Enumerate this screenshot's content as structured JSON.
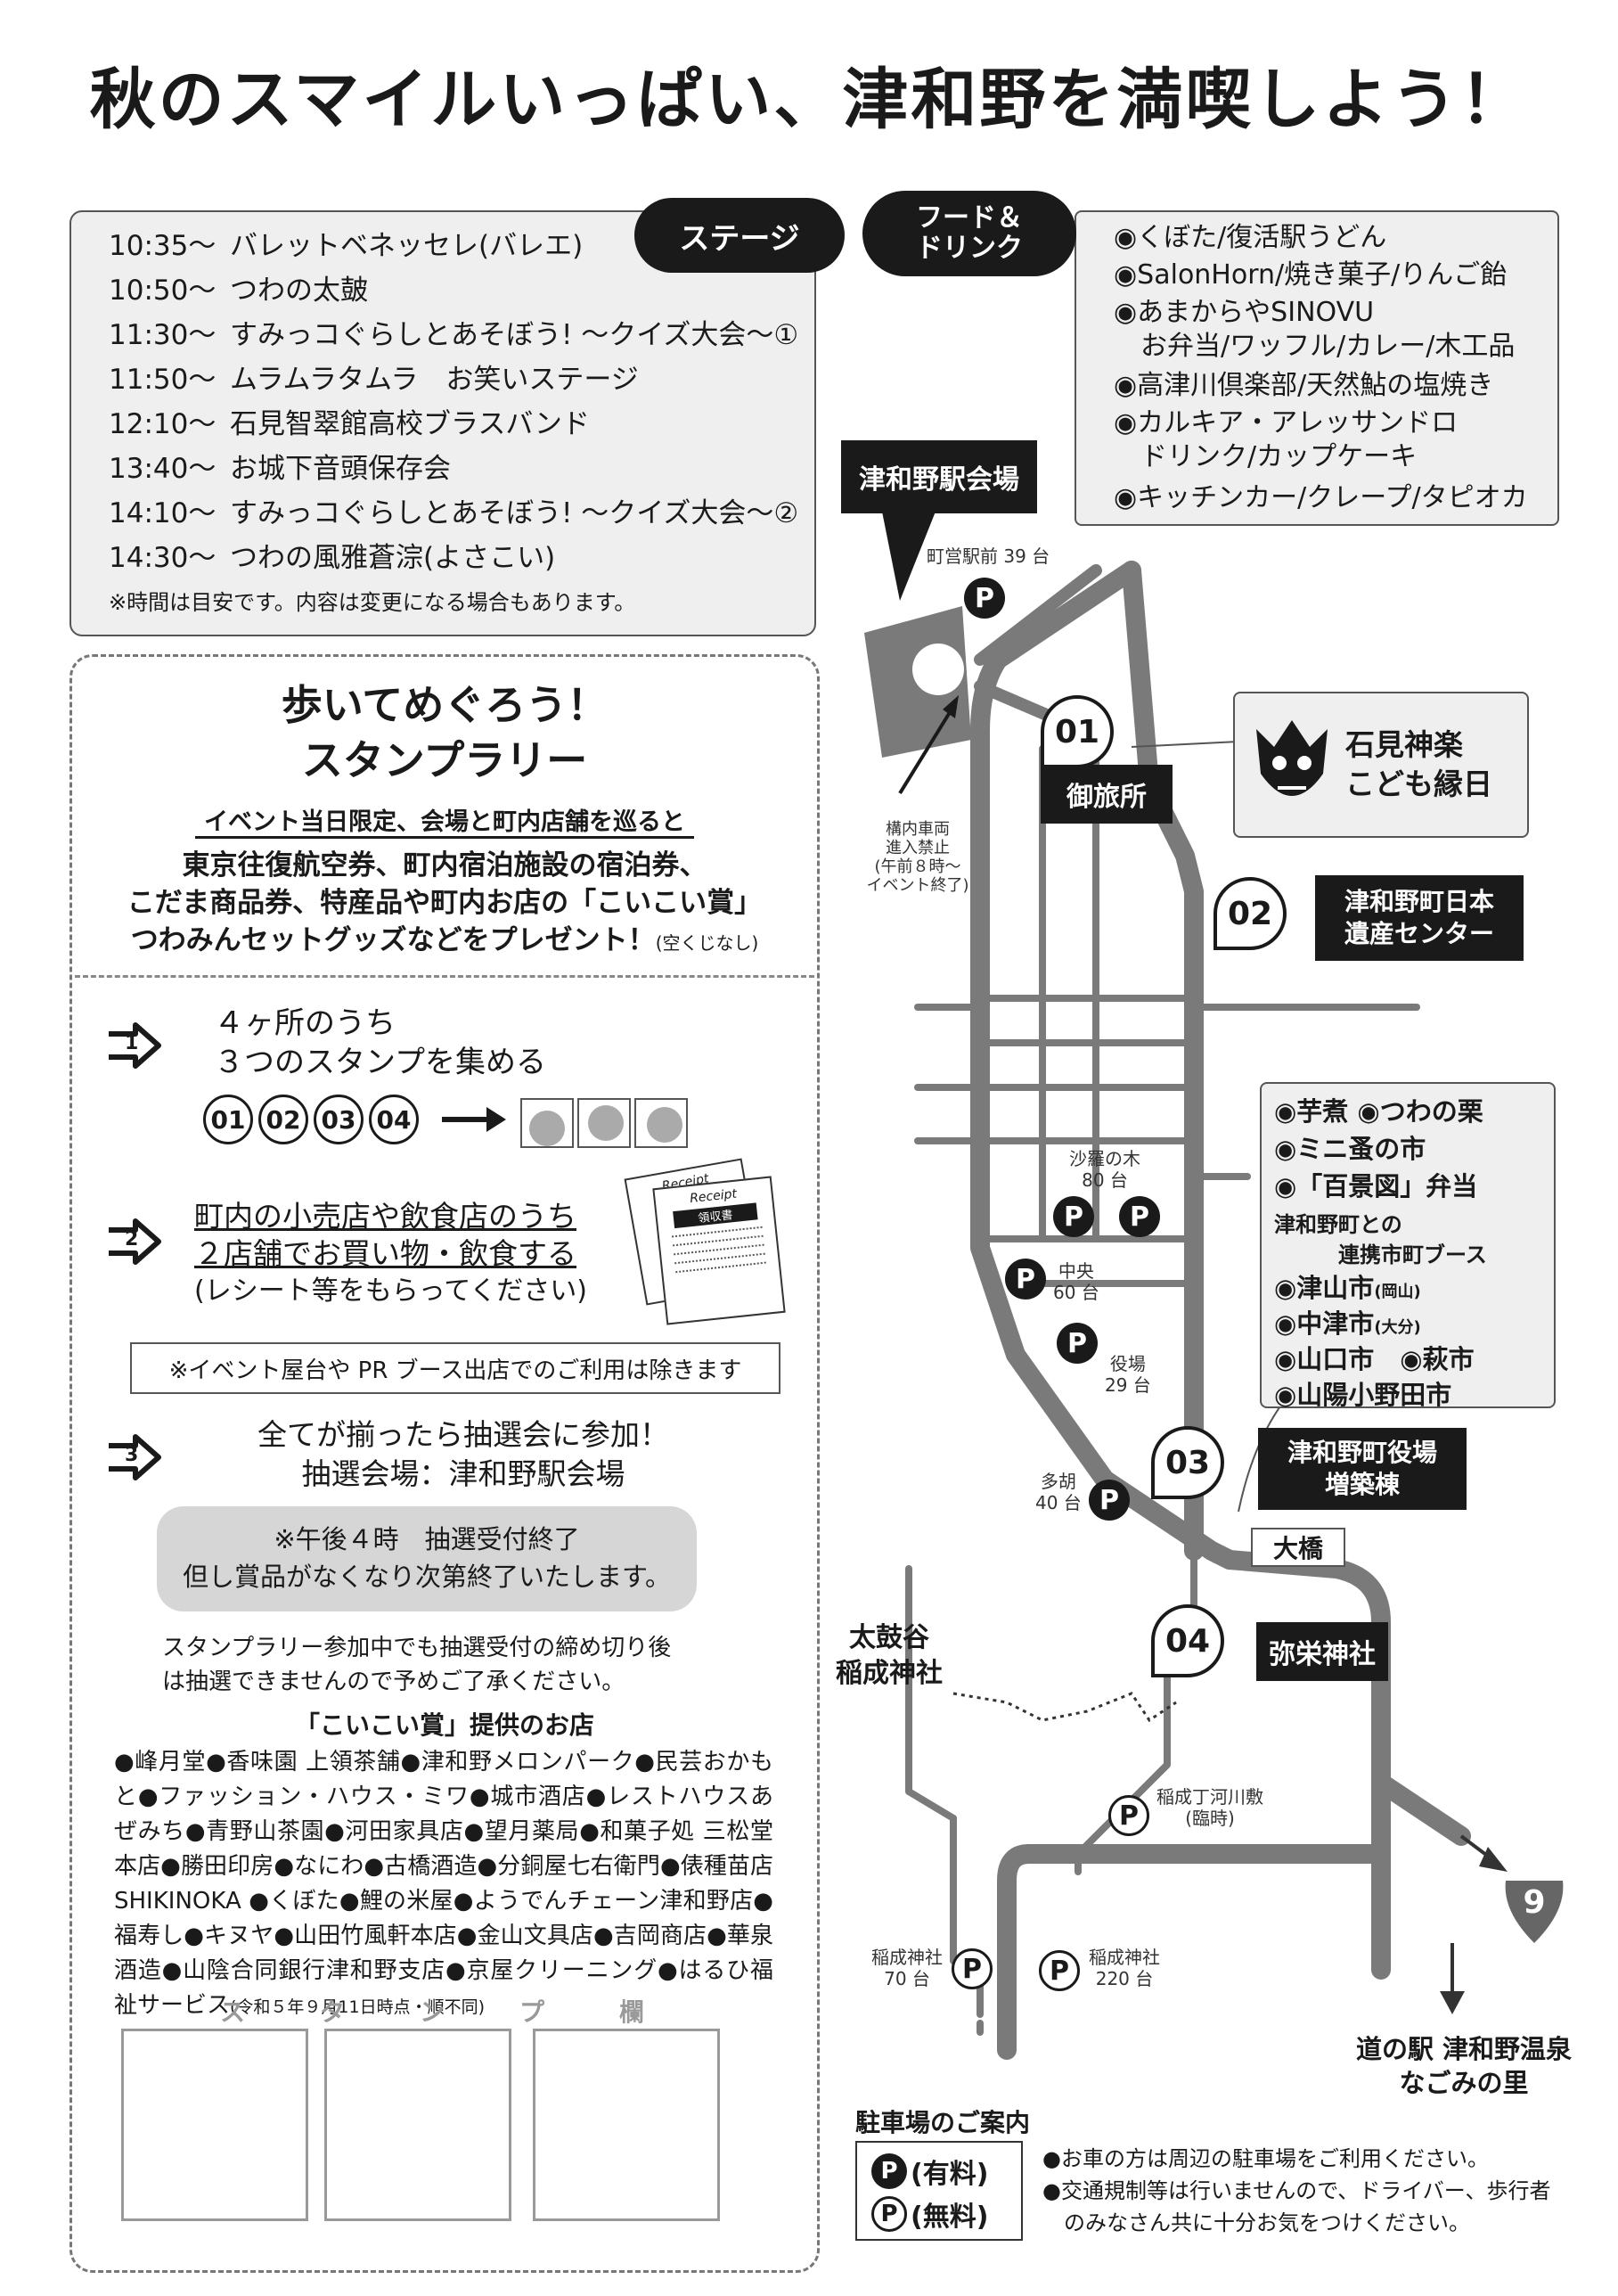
{
  "title": "秋のスマイルいっぱい、津和野を満喫しよう！",
  "stage": {
    "tag": "ステージ",
    "rows": [
      {
        "time": "10:35～",
        "text": "バレットベネッセレ(バレエ)"
      },
      {
        "time": "10:50～",
        "text": "つわの太皷"
      },
      {
        "time": "11:30～",
        "text": "すみっコぐらしとあそぼう! ～クイズ大会～①"
      },
      {
        "time": "11:50～",
        "text": "ムラムラタムラ　お笑いステージ"
      },
      {
        "time": "12:10～",
        "text": "石見智翠館高校ブラスバンド"
      },
      {
        "time": "13:40～",
        "text": "お城下音頭保存会"
      },
      {
        "time": "14:10～",
        "text": "すみっコぐらしとあそぼう! ～クイズ大会～②"
      },
      {
        "time": "14:30～",
        "text": "つわの風雅蒼淙(よさこい)"
      }
    ],
    "note": "※時間は目安です。内容は変更になる場合もあります。"
  },
  "food": {
    "tag_line1": "フード＆",
    "tag_line2": "ドリンク",
    "items": [
      "◉くぼた/復活駅うどん",
      "◉SalonHorn/焼き菓子/りんご飴",
      "◉あまからやSINOVU",
      "　お弁当/ワッフル/カレー/木工品",
      "◉高津川倶楽部/天然鮎の塩焼き",
      "◉カルキア・アレッサンドロ",
      "　ドリンク/カップケーキ",
      "◉キッチンカー/クレープ/タピオカ"
    ]
  },
  "rally": {
    "title1": "歩いてめぐろう！",
    "title2": "スタンプラリー",
    "subtitle": "イベント当日限定、会場と町内店舗を巡ると",
    "prize1": "東京往復航空券、町内宿泊施設の宿泊券、",
    "prize2": "こだま商品券、特産品や町内お店の「こいこい賞」",
    "prize3": "つわみんセットグッズなどをプレゼント！",
    "prize3_note": "(空くじなし)",
    "step1_num": "1",
    "step1_line1": "４ヶ所のうち",
    "step1_line2": "３つのスタンプを集める",
    "stamp_nums": [
      "01",
      "02",
      "03",
      "04"
    ],
    "step2_num": "2",
    "step2_line1": "町内の小売店や飲食店のうち",
    "step2_line2": "２店舗でお買い物・飲食する",
    "step2_line3": "(レシート等をもらってください)",
    "receipt_label": "Receipt",
    "receipt_title": "領収書",
    "exclusion": "※イベント屋台や PR ブース出店でのご利用は除きます",
    "step3_num": "3",
    "step3_line1": "全てが揃ったら抽選会に参加！",
    "step3_line2": "抽選会場：津和野駅会場",
    "deadline1": "※午後４時　抽選受付終了",
    "deadline2": "但し賞品がなくなり次第終了いたします。",
    "caution1": "スタンプラリー参加中でも抽選受付の締め切り後",
    "caution2": "は抽選できませんので予めご了承ください。",
    "shops_title": "「こいこい賞」提供のお店",
    "shops_text": "●峰月堂●香味園 上領茶舗●津和野メロンパーク●民芸おかもと●ファッション・ハウス・ミワ●城市酒店●レストハウスあぜみち●青野山茶園●河田家具店●望月薬局●和菓子処 三松堂本店●勝田印房●なにわ●古橋酒造●分銅屋七右衛門●俵種苗店 SHIKINOKA ●くぼた●鯉の米屋●ようでんチェーン津和野店●福寿し●キヌヤ●山田竹風軒本店●金山文具店●吉岡商店●華泉酒造●山陰合同銀行津和野支店●京屋クリーニング●はるひ福祉サービス",
    "shops_note": "(令和５年９月11日時点・順不同)",
    "stamp_area": "ス　タ　ン　プ　欄"
  },
  "map": {
    "station_venue": "津和野駅会場",
    "p_station": "町営駅前 39 台",
    "no_entry": "構内車両\n進入禁止\n(午前８時～\nイベント終了)",
    "n01": "01",
    "n01_label": "御旅所",
    "kagura1": "石見神楽",
    "kagura2": "こども縁日",
    "n02": "02",
    "n02_label1": "津和野町日本",
    "n02_label2": "遺産センター",
    "p_sara": "沙羅の木\n80 台",
    "p_chuo": "中央\n60 台",
    "p_yakuba": "役場\n29 台",
    "p_tako": "多胡\n40 台",
    "booth": {
      "l1": "◉芋煮 ◉つわの栗",
      "l2": "◉ミニ蚤の市",
      "l3": "◉「百景図」弁当",
      "l4": "津和野町との",
      "l5": "連携市町ブース",
      "l6": "◉津山市",
      "l6n": "(岡山)",
      "l7": "◉中津市",
      "l7n": "(大分)",
      "l8": "◉山口市　◉萩市",
      "l9": "◉山陽小野田市"
    },
    "n03": "03",
    "n03_label1": "津和野町役場",
    "n03_label2": "増築棟",
    "ohashi": "大橋",
    "n04": "04",
    "n04_label": "弥栄神社",
    "taikodani1": "太鼓谷",
    "taikodani2": "稲成神社",
    "p_kawara": "稲成丁河川敷\n(臨時)",
    "p_inari70": "稲成神社\n70 台",
    "p_inari220": "稲成神社\n220 台",
    "route": "9",
    "michinoeki1": "道の駅 津和野温泉",
    "michinoeki2": "なごみの里",
    "p": "P"
  },
  "parking": {
    "title": "駐車場のご案内",
    "paid": "(有料)",
    "free": "(無料)",
    "note1": "●お車の方は周辺の駐車場をご利用ください。",
    "note2": "●交通規制等は行いませんので、ドライバー、歩行者",
    "note3": "　のみなさん共に十分お気をつけください。"
  },
  "colors": {
    "ink": "#1a1a1a",
    "road": "#7a7a7a",
    "panel": "#efefef"
  }
}
